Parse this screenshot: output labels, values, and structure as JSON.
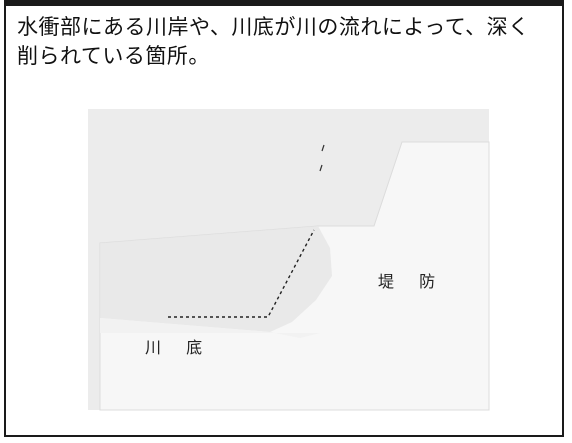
{
  "caption": {
    "line1": "水衝部にある川岸や、川底が川の流れによって、深く",
    "line2": "削られている箇所。"
  },
  "labels": {
    "embankment": "堤 防",
    "riverbed": "川 底"
  },
  "colors": {
    "panel_background": "#ececec",
    "ground_fill": "#f6f6f6",
    "scour_outline": "#222222",
    "text": "#111111"
  }
}
